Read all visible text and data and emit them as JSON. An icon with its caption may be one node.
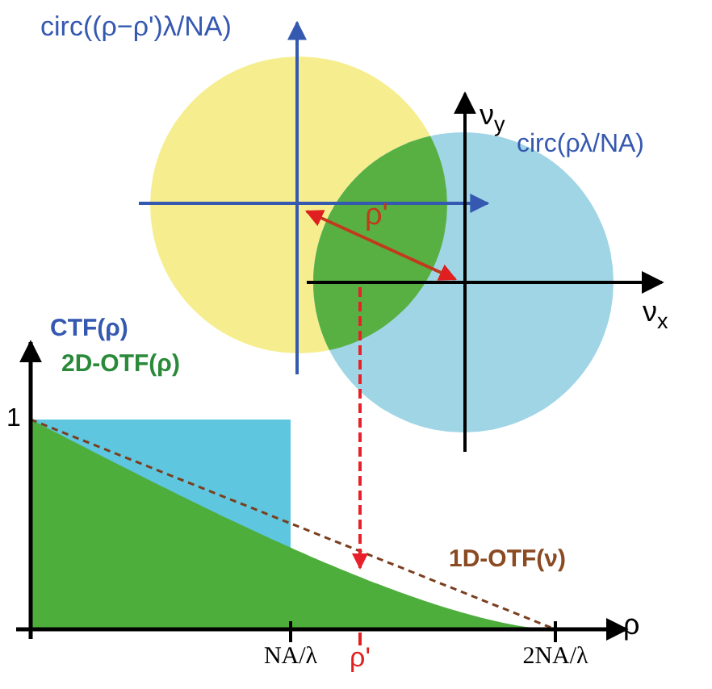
{
  "diagram": {
    "labels": [
      "circ((ρ−ρ')λ/NA)",
      "ν$_{y}$",
      "circ(ρλ/NA)",
      "ρ'",
      "ν$_{x}$",
      "CTF(ρ)",
      "2D-OTF(ρ)",
      "1",
      "1D-OTF(ν)",
      "NA/λ",
      "ρ'",
      "2NA/λ",
      "ρ"
    ]
  }
}
